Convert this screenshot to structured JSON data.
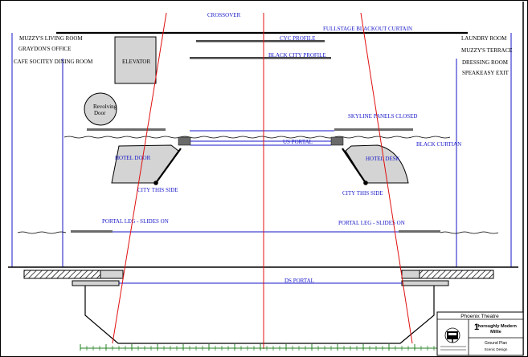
{
  "labels": {
    "crossover": "CROSSOVER",
    "fullstage_curtain": "FULLSTAGE BLACKOUT CURTAIN",
    "cyc_profile": "CYC PROFILE",
    "black_city_profile": "BLACK CITY PROFILE",
    "muzzys_living_room": "MUZZY'S LIVING ROOM",
    "graydons_office": "GRAYDON'S OFFICE",
    "cafe_dining_room": "CAFE SOCITEY DINING ROOM",
    "elevator": "ELEVATOR",
    "revolving_door_1": "Revolving",
    "revolving_door_2": "Door",
    "laundry_room": "LAUNDRY ROOM",
    "muzzys_terrace": "MUZZY'S TERRACE",
    "dressing_room": "DRESSING ROOM",
    "speakeasy_exit": "SPEAKEASY EXIT",
    "skyline_panels": "SKYLINE PANELS CLOSED",
    "us_portal": "US PORTAL",
    "black_curtain": "BLACK CURTIAN",
    "hotel_door": "HOTEL DOOR",
    "hotel_desk": "HOTEL DESK",
    "city_this_side_left": "CITY THIS SIDE",
    "city_this_side_right": "CITY THIS SIDE",
    "portal_left": "PORTAL LEG - SLIDES ON",
    "portal_right": "PORTAL LEG - SLIDES ON",
    "ds_portal": "DS PORTAL"
  },
  "title_block": {
    "theatre": "Phoenix Theatre",
    "plate_number": "1",
    "production_line1": "Thoroughly Modern",
    "production_line2": "Millie",
    "sheet_title": "Ground Plan",
    "designer_line": "Scenic Design"
  },
  "colors": {
    "blue": "#1515c8",
    "red": "#e01010",
    "green": "#208020",
    "gray": "#d4d4d4",
    "dark_gray": "#6a6a6a"
  }
}
